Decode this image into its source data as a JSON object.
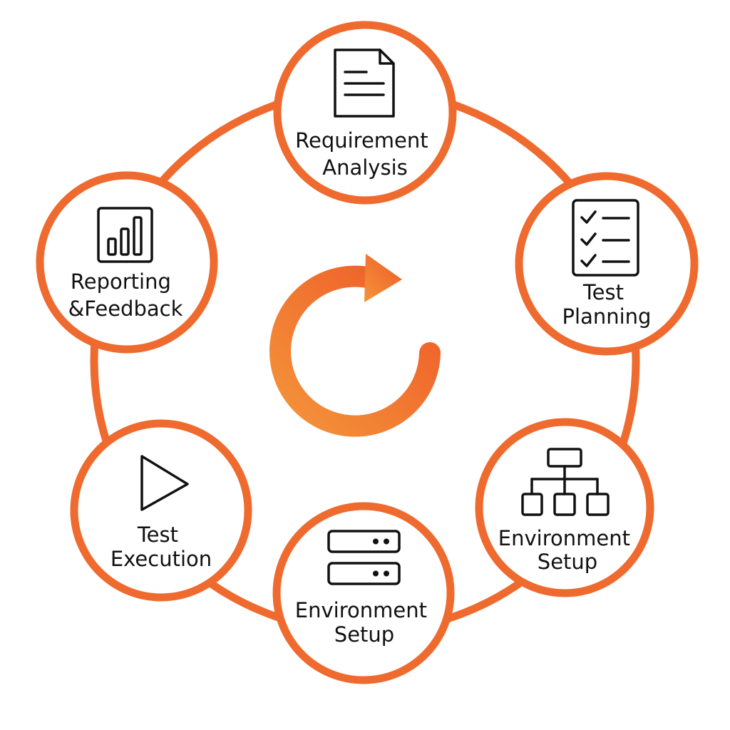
{
  "colors": {
    "ring": "#ef6a2e",
    "node_border": "#ef6a2e",
    "node_fill": "#ffffff",
    "arrow_start": "#f4943a",
    "arrow_end": "#ee5a28",
    "text": "#111111"
  },
  "stages": [
    {
      "id": "requirement-analysis",
      "icon": "document-icon",
      "lines": [
        "Requirement",
        "Analysis"
      ]
    },
    {
      "id": "test-planning",
      "icon": "checklist-icon",
      "lines": [
        "Test",
        "Planning"
      ]
    },
    {
      "id": "environment-setup-hierarchy",
      "icon": "hierarchy-icon",
      "lines": [
        "Environment",
        "Setup"
      ]
    },
    {
      "id": "environment-setup-server",
      "icon": "server-icon",
      "lines": [
        "Environment",
        "Setup"
      ]
    },
    {
      "id": "test-execution",
      "icon": "play-icon",
      "lines": [
        "Test",
        "Execution"
      ]
    },
    {
      "id": "reporting-feedback",
      "icon": "bar-chart-icon",
      "lines": [
        "Reporting",
        "&Feedback"
      ]
    }
  ],
  "center_icon": "cycle-arrow-icon"
}
